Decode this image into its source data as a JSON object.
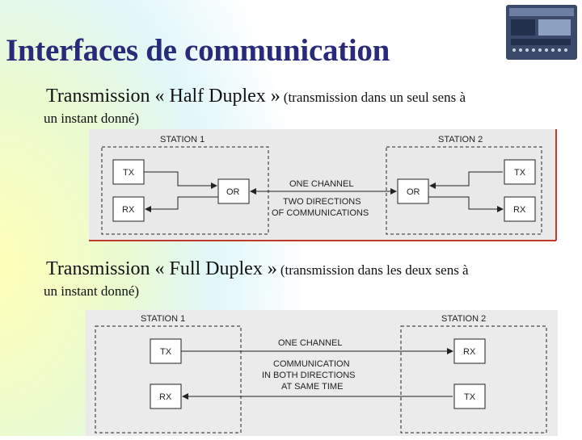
{
  "slide": {
    "title": "Interfaces de communication"
  },
  "half_duplex": {
    "heading_main": "Transmission « Half Duplex »",
    "heading_paren": "(transmission dans un seul sens à",
    "heading_continuation": "un instant donné)",
    "diagram": {
      "station1_label": "STATION 1",
      "station2_label": "STATION 2",
      "tx_left": "TX",
      "rx_left": "RX",
      "or_left": "OR",
      "or_right": "OR",
      "tx_right": "TX",
      "rx_right": "RX",
      "channel_label": "ONE CHANNEL",
      "directions_line1": "TWO DIRECTIONS",
      "directions_line2": "OF COMMUNICATIONS"
    }
  },
  "full_duplex": {
    "heading_main": "Transmission « Full Duplex »",
    "heading_paren": "(transmission dans les deux sens à",
    "heading_continuation": "un instant donné)",
    "diagram": {
      "station1_label": "STATION 1",
      "station2_label": "STATION 2",
      "tx_left": "TX",
      "rx_left": "RX",
      "rx_right": "RX",
      "tx_right": "TX",
      "channel_label": "ONE CHANNEL",
      "comm_line1": "COMMUNICATION",
      "comm_line2": "IN BOTH DIRECTIONS",
      "comm_line3": "AT SAME TIME"
    }
  },
  "colors": {
    "title": "#2a2a7a",
    "diagram_bg": "#e9e9e9",
    "diagram_accent": "#c0392b",
    "plc_body": "#3b4a6b"
  },
  "icons": {
    "plc": "plc-device-image"
  }
}
